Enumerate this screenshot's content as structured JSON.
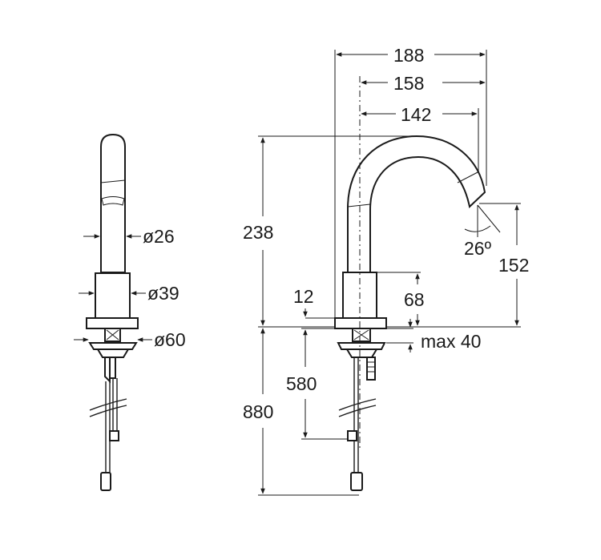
{
  "dimensions": {
    "width_188": "188",
    "width_158": "158",
    "width_142": "142",
    "height_238": "238",
    "height_880": "880",
    "height_580": "580",
    "height_152": "152",
    "height_68": "68",
    "offset_12": "12",
    "angle_26": "26º",
    "max_40": "max 40",
    "diameter_26": "ø26",
    "diameter_39": "ø39",
    "diameter_60": "ø60"
  }
}
